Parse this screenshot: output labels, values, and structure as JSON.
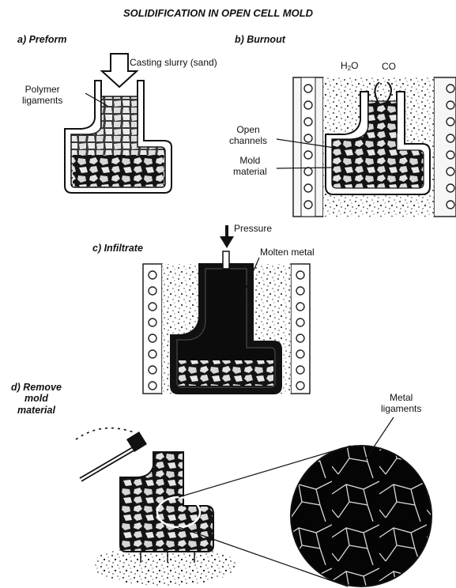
{
  "title": "SOLIDIFICATION IN OPEN CELL MOLD",
  "steps": {
    "preform": "a) Preform",
    "burnout": "b) Burnout",
    "infiltrate": "c) Infiltrate",
    "remove": [
      "d) Remove",
      "mold",
      "material"
    ]
  },
  "callouts": {
    "casting_slurry": "Casting slurry (sand)",
    "polymer_ligaments": [
      "Polymer",
      "ligaments"
    ],
    "water_main": "H",
    "water_sub": "2",
    "water_tail": "O",
    "carbon_monoxide": "CO",
    "open_channels": [
      "Open",
      "channels"
    ],
    "mold_material": [
      "Mold",
      "material"
    ],
    "pressure": "Pressure",
    "molten_metal": "Molten metal",
    "metal_ligaments": [
      "Metal",
      "ligaments"
    ]
  },
  "colors": {
    "ink": "#111111",
    "metal": "#0c0c0c",
    "sand_light": "#e6e6e6",
    "furnace": "#f4f4f4"
  }
}
